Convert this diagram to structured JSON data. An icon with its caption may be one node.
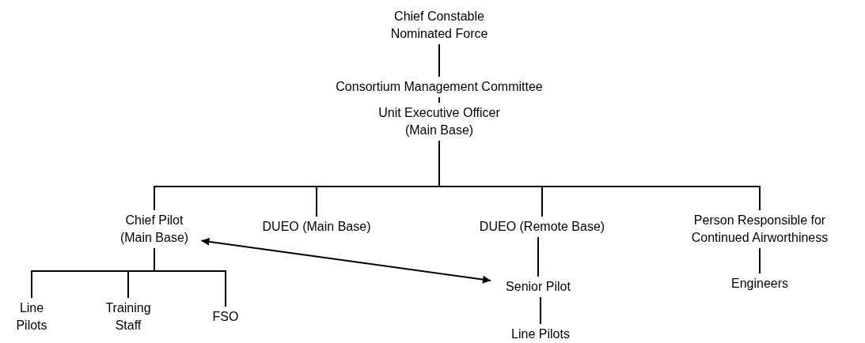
{
  "diagram": {
    "nodes": [
      {
        "text": [
          "Chief Constable Nominated Force"
        ]
      },
      {
        "text": [
          "Consortium Management Committee"
        ]
      },
      {
        "text": [
          "Unit Executive Officer (Main Base)"
        ]
      },
      {
        "text": [
          "Chief Pilot (Main Base)"
        ]
      },
      {
        "text": [
          "DUEO (Main Base)"
        ]
      },
      {
        "text": [
          "DUEO (Remote Base)"
        ]
      },
      {
        "text": [
          "Person Responsible for Continued Airworthiness"
        ]
      },
      {
        "text": [
          "Line Pilots"
        ]
      },
      {
        "text": [
          "Training Staff"
        ]
      },
      {
        "text": [
          "FSO"
        ]
      },
      {
        "text": [
          "Senior Pilot"
        ]
      },
      {
        "text": [
          "Line Pilots"
        ]
      },
      {
        "text": [
          "Engineers"
        ]
      }
    ],
    "edges": [
      {
        "from": 0,
        "to": 1,
        "arrow": "none"
      },
      {
        "from": 1,
        "to": 2,
        "arrow": "none"
      },
      {
        "from": 2,
        "to": 3,
        "arrow": "none"
      },
      {
        "from": 2,
        "to": 4,
        "arrow": "none"
      },
      {
        "from": 2,
        "to": 5,
        "arrow": "none"
      },
      {
        "from": 2,
        "to": 6,
        "arrow": "none"
      },
      {
        "from": 3,
        "to": 7,
        "arrow": "none"
      },
      {
        "from": 3,
        "to": 8,
        "arrow": "none"
      },
      {
        "from": 3,
        "to": 9,
        "arrow": "none"
      },
      {
        "from": 3,
        "to": 10,
        "arrow": "both"
      },
      {
        "from": 5,
        "to": 10,
        "arrow": "none"
      },
      {
        "from": 10,
        "to": 11,
        "arrow": "none"
      },
      {
        "from": 6,
        "to": 12,
        "arrow": "none"
      }
    ]
  }
}
